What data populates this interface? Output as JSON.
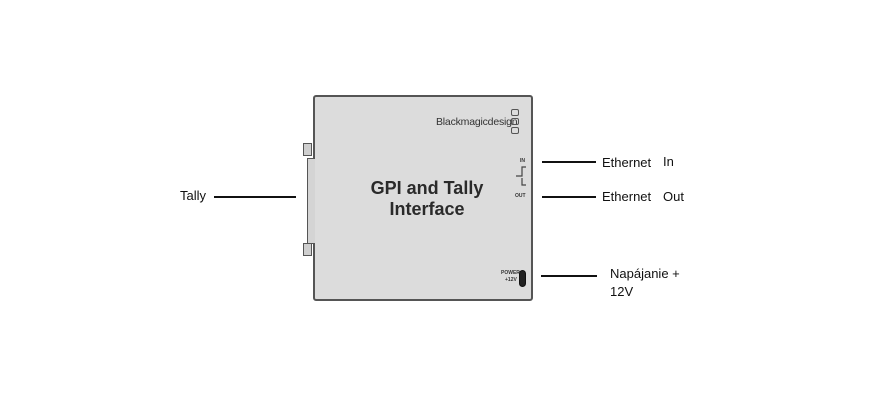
{
  "device": {
    "brand": "Blackmagicdesign",
    "title": "GPI and Tally Interface",
    "port_in": "IN",
    "port_out": "OUT",
    "power_port_line1": "POWER",
    "power_port_line2": "+12V"
  },
  "labels": {
    "tally": "Tally",
    "ethernet_in_a": "Ethernet",
    "ethernet_in_b": "In",
    "ethernet_out_a": "Ethernet",
    "ethernet_out_b": "Out",
    "power_a": "Napájanie +",
    "power_b": "12V"
  }
}
